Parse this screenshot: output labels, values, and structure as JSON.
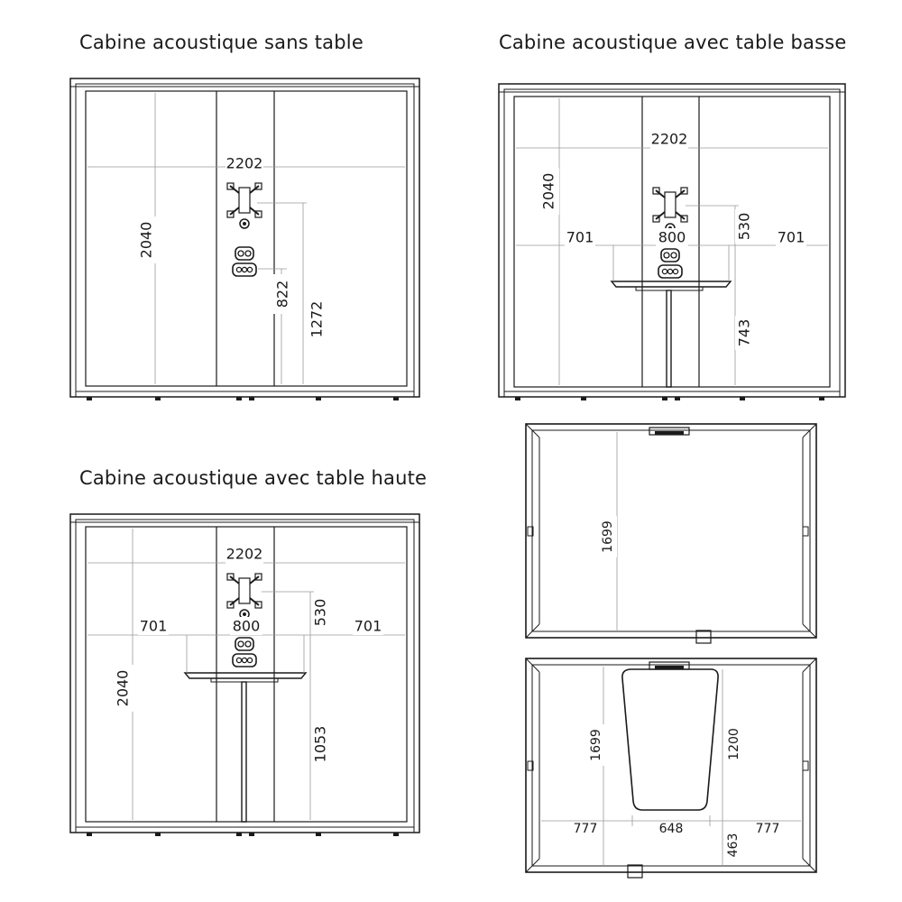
{
  "titles": {
    "sans_table": "Cabine acoustique sans table",
    "table_basse": "Cabine acoustique avec table basse",
    "table_haute": "Cabine acoustique avec table haute"
  },
  "sans_table": {
    "width": "2202",
    "height": "2040",
    "socket_height": "822",
    "screen_height": "1272"
  },
  "table_basse": {
    "width": "2202",
    "height": "2040",
    "left": "701",
    "table": "800",
    "right": "701",
    "screen_offset": "530",
    "table_height": "743"
  },
  "table_haute": {
    "width": "2202",
    "height": "2040",
    "left": "701",
    "table": "800",
    "right": "701",
    "screen_offset": "530",
    "table_height": "1053"
  },
  "plan_empty": {
    "depth": "1699"
  },
  "plan_table": {
    "depth": "1699",
    "table_depth": "1200",
    "left": "777",
    "table": "648",
    "right": "777",
    "gap": "463"
  },
  "colors": {
    "line": "#1a1a1a",
    "dim_line": "#9a9a9a"
  }
}
